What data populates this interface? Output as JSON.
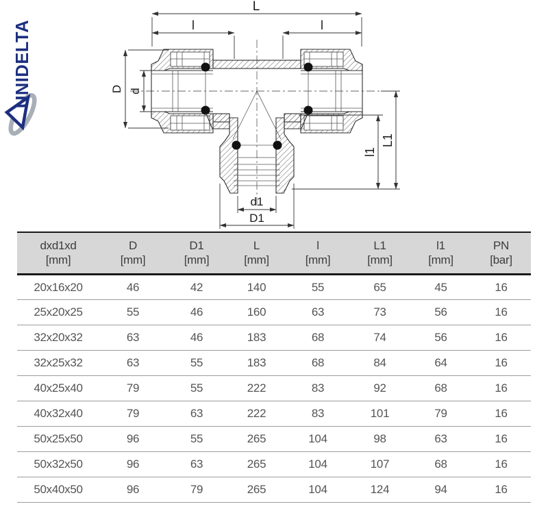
{
  "logo": {
    "brand": "UNIDELTA",
    "brand_color": "#1d2f80",
    "swoosh_color": "#a9afb8"
  },
  "diagram": {
    "description": "Cross-section technical drawing of a compression tee fitting with dimension lines",
    "labels": {
      "L": "L",
      "l_left": "l",
      "l_right": "l",
      "D": "D",
      "d": "d",
      "l1": "l1",
      "L1": "L1",
      "d1": "d1",
      "D1": "D1"
    }
  },
  "table": {
    "header_bg": "#d7d7d7",
    "headers": [
      {
        "sym": "dxd1xd",
        "unit": "[mm]"
      },
      {
        "sym": "D",
        "unit": "[mm]"
      },
      {
        "sym": "D1",
        "unit": "[mm]"
      },
      {
        "sym": "L",
        "unit": "[mm]"
      },
      {
        "sym": "l",
        "unit": "[mm]"
      },
      {
        "sym": "L1",
        "unit": "[mm]"
      },
      {
        "sym": "l1",
        "unit": "[mm]"
      },
      {
        "sym": "PN",
        "unit": "[bar]"
      }
    ],
    "rows": [
      [
        "20x16x20",
        "46",
        "42",
        "140",
        "55",
        "65",
        "45",
        "16"
      ],
      [
        "25x20x25",
        "55",
        "46",
        "160",
        "63",
        "73",
        "56",
        "16"
      ],
      [
        "32x20x32",
        "63",
        "46",
        "183",
        "68",
        "74",
        "56",
        "16"
      ],
      [
        "32x25x32",
        "63",
        "55",
        "183",
        "68",
        "84",
        "64",
        "16"
      ],
      [
        "40x25x40",
        "79",
        "55",
        "222",
        "83",
        "92",
        "68",
        "16"
      ],
      [
        "40x32x40",
        "79",
        "63",
        "222",
        "83",
        "101",
        "79",
        "16"
      ],
      [
        "50x25x50",
        "96",
        "55",
        "265",
        "104",
        "98",
        "63",
        "16"
      ],
      [
        "50x32x50",
        "96",
        "63",
        "265",
        "104",
        "107",
        "68",
        "16"
      ],
      [
        "50x40x50",
        "96",
        "79",
        "265",
        "104",
        "124",
        "94",
        "16"
      ]
    ]
  }
}
